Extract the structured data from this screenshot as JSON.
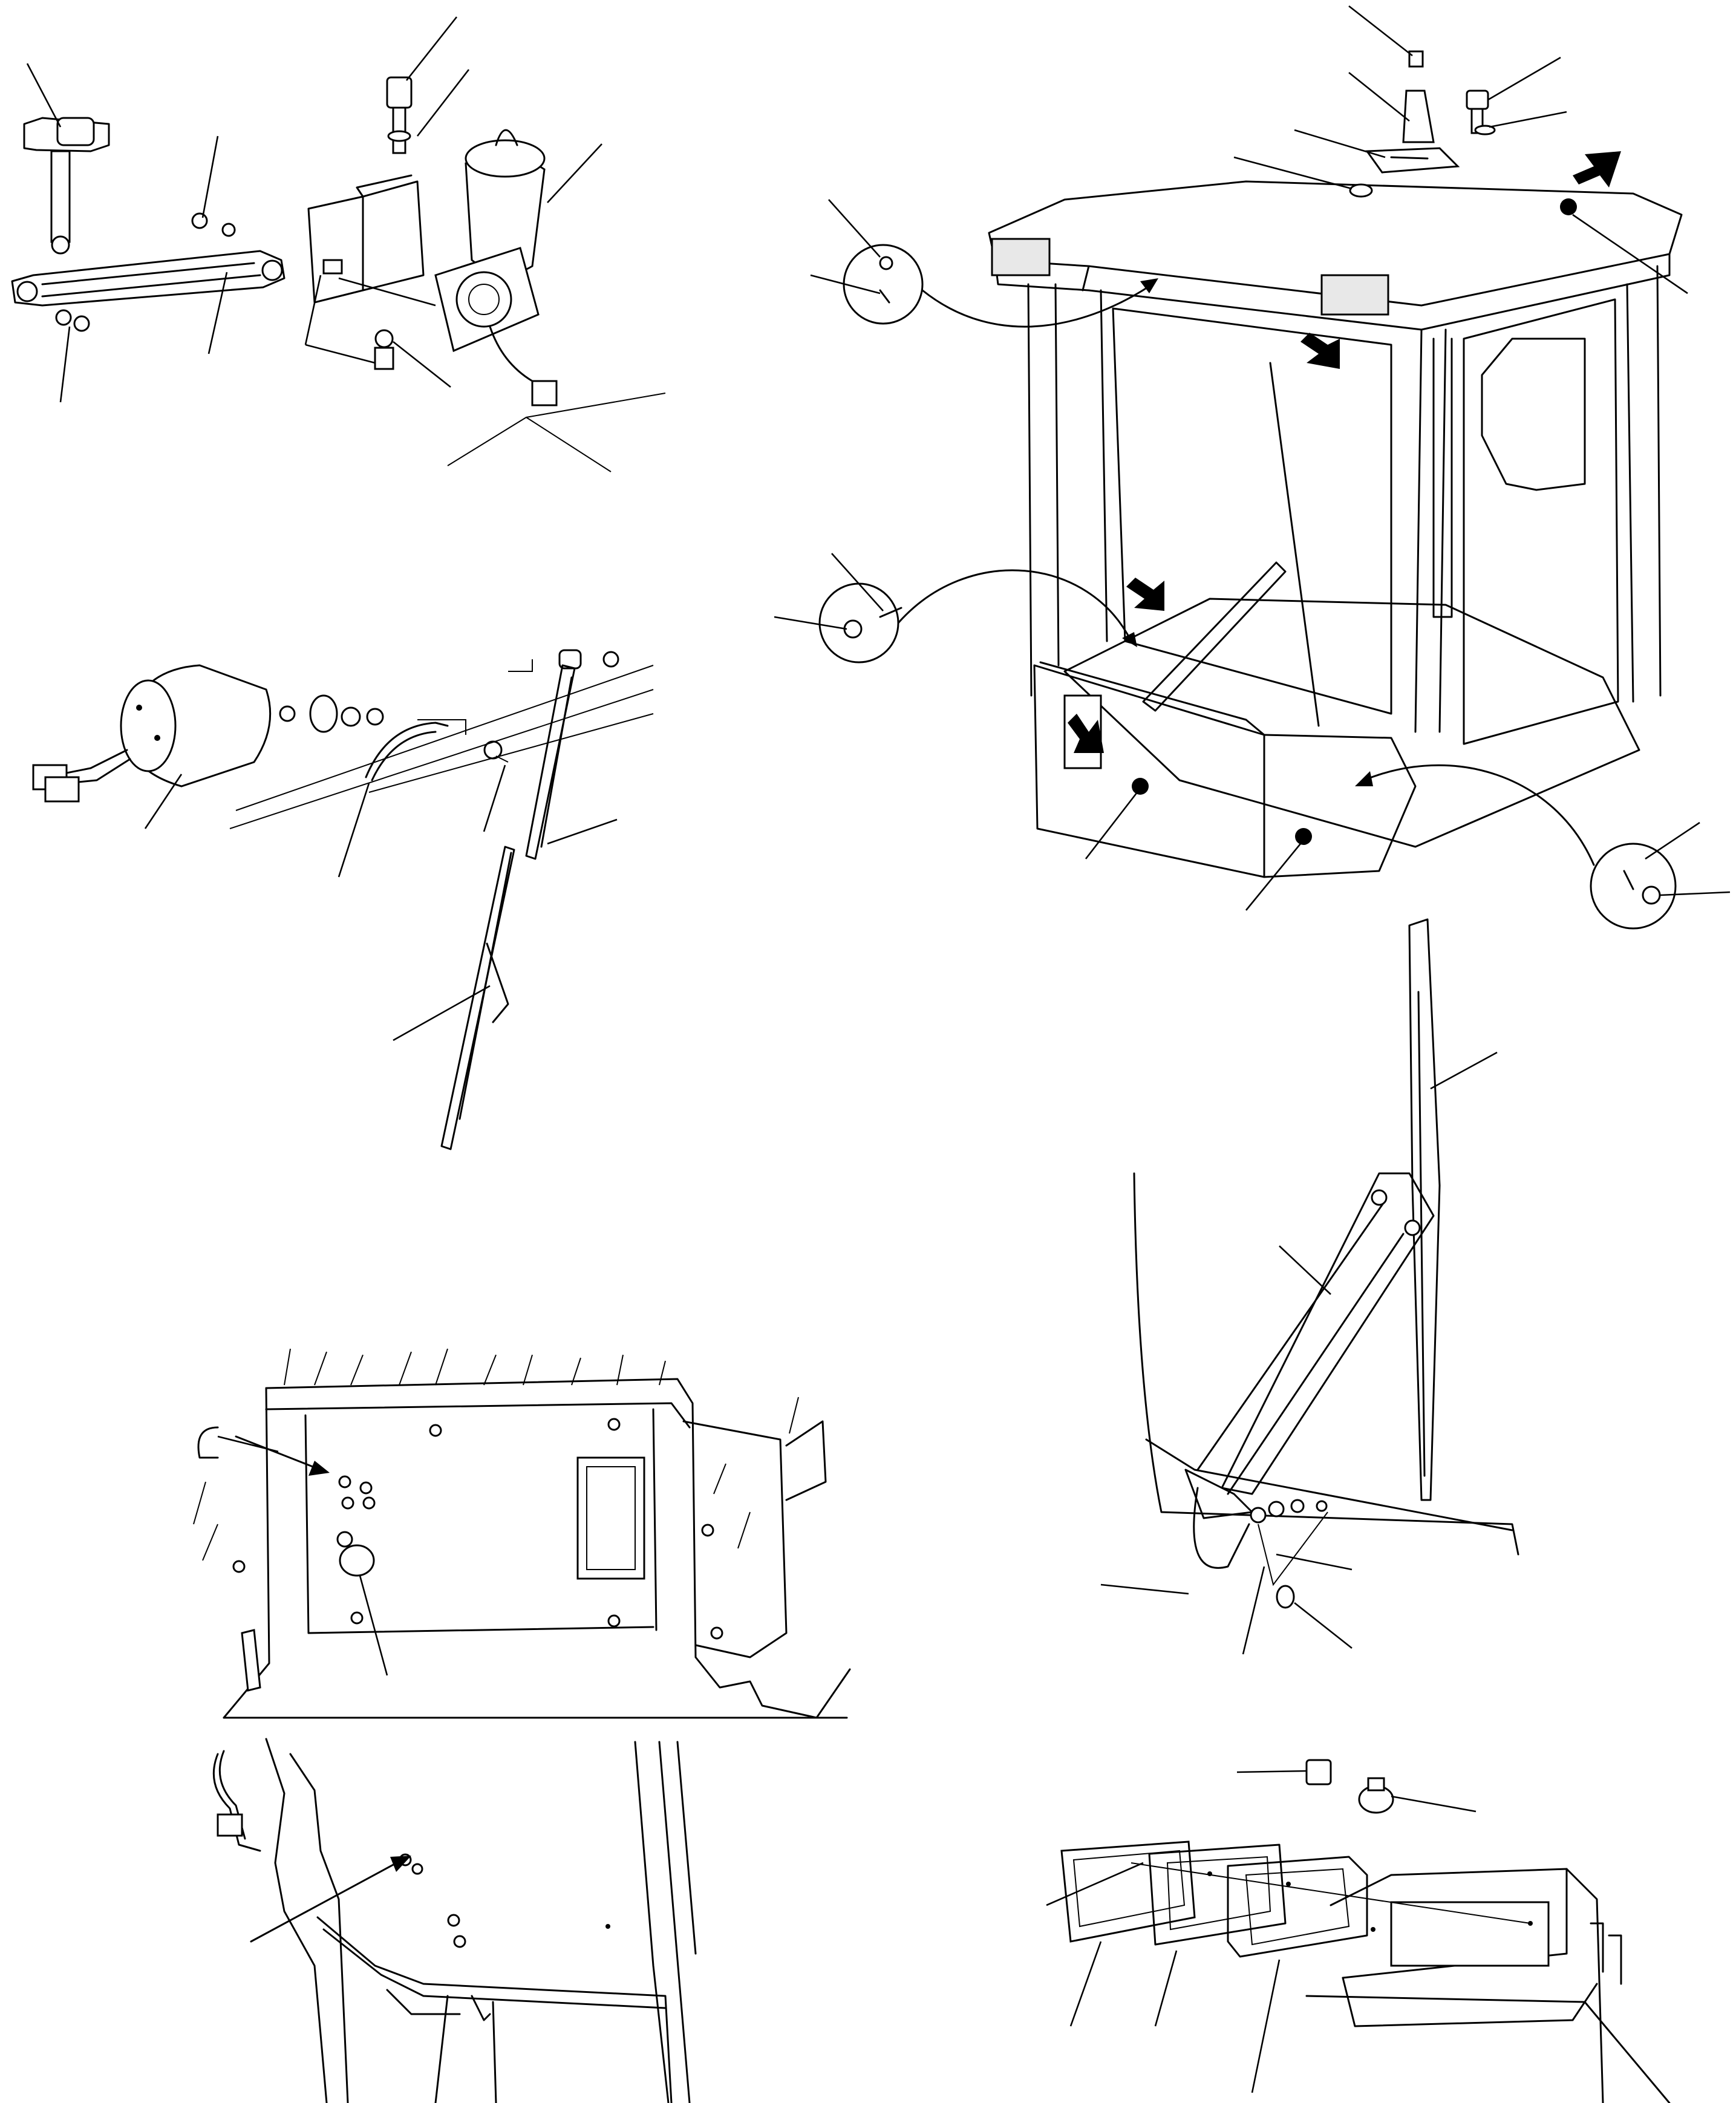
{
  "figure": {
    "type": "parts-exploded-view",
    "text_labels": [],
    "colors": {
      "ink": "#000000",
      "paper": "#ffffff"
    }
  },
  "panels": [
    {
      "id": "front-wiper-linkage",
      "position": "top-left"
    },
    {
      "id": "cab-overview",
      "position": "top-right"
    },
    {
      "id": "rear-wiper-motor",
      "position": "middle-left"
    },
    {
      "id": "front-wiper-arm",
      "position": "middle-right"
    },
    {
      "id": "cab-floor-panel",
      "position": "lower-left"
    },
    {
      "id": "cab-interior-corner",
      "position": "bottom-left"
    },
    {
      "id": "work-light-assembly",
      "position": "bottom-right"
    }
  ]
}
